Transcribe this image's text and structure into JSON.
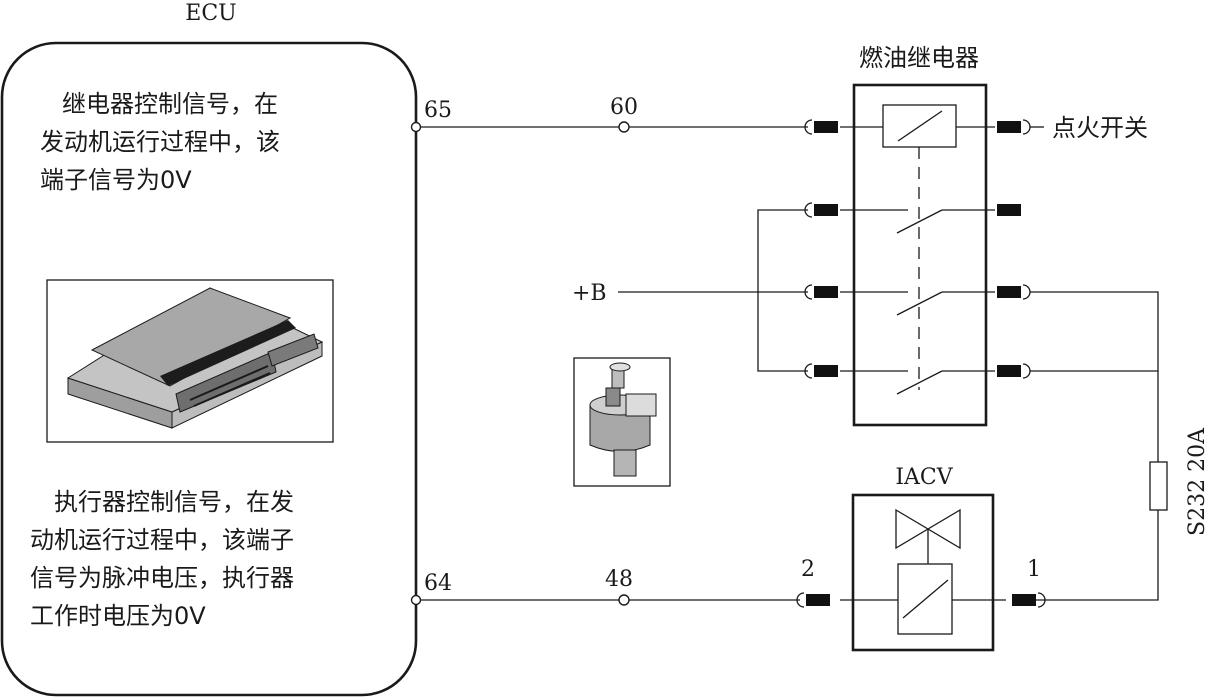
{
  "ecu": {
    "title": "ECU",
    "relay_note": [
      "继电器控制信号，在",
      "发动机运行过程中，该",
      "端子信号为0V"
    ],
    "actuator_note": [
      "执行器控制信号，在发",
      "动机运行过程中，该端子",
      "信号为脉冲电压，执行器",
      "工作时电压为0V"
    ],
    "pin_relay": "65",
    "pin_actuator": "64"
  },
  "connectors": {
    "relay_line": "60",
    "actuator_line": "48"
  },
  "relay": {
    "title": "燃油继电器",
    "ignition": "点火开关"
  },
  "battery": {
    "label": "+B"
  },
  "iacv": {
    "title": "IACV",
    "pin_left": "2",
    "pin_right": "1"
  },
  "fuse": {
    "label": "S232  20A"
  },
  "colors": {
    "line": "#1a1a1a",
    "background": "#ffffff"
  }
}
